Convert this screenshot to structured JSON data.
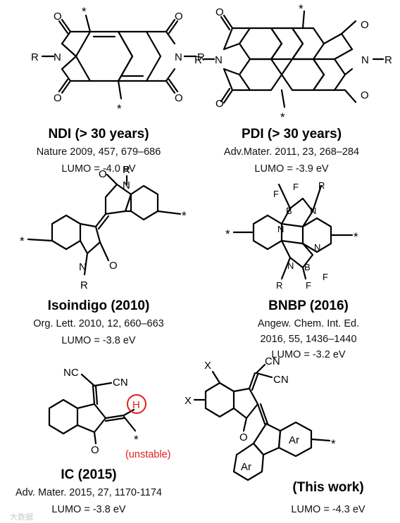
{
  "molecules": [
    {
      "id": "ndi",
      "title": "NDI (> 30 years)",
      "ref": "Nature 2009, 457, 679–686",
      "lumo": "LUMO = -4.0 eV"
    },
    {
      "id": "pdi",
      "title": "PDI  (> 30 years)",
      "ref": "Adv.Mater. 2011, 23, 268–284",
      "lumo": "LUMO = -3.9 eV"
    },
    {
      "id": "isoindigo",
      "title": "Isoindigo (2010)",
      "ref": "Org. Lett. 2010, 12, 660–663",
      "lumo": "LUMO = -3.8 eV"
    },
    {
      "id": "bnbp",
      "title": "BNBP (2016)",
      "ref_line1": "Angew. Chem. Int. Ed.",
      "ref_line2": "2016, 55, 1436–1440",
      "lumo": "LUMO = -3.2 eV"
    },
    {
      "id": "ic",
      "title": "IC (2015)",
      "ref": "Adv. Mater. 2015, 27, 1170-1174",
      "lumo": "LUMO = -3.8 eV",
      "note": "(unstable)",
      "h_label": "H"
    },
    {
      "id": "this",
      "title": "(This work)",
      "lumo": "LUMO = -4.3 eV",
      "ar_label": "Ar"
    }
  ],
  "atoms": {
    "N": "N",
    "O": "O",
    "R": "R",
    "F": "F",
    "B": "B",
    "CN": "CN",
    "NC": "NC",
    "X": "X",
    "star": "*"
  },
  "colors": {
    "highlight": "#e0201b",
    "bond": "#000000"
  },
  "watermark": "大数据"
}
